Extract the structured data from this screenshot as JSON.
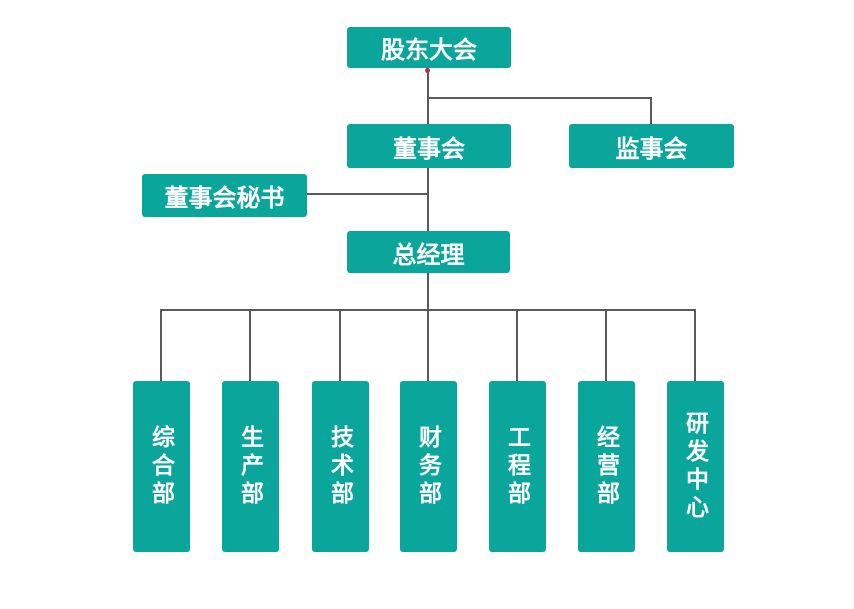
{
  "org_chart": {
    "type": "org-chart",
    "nodes": {
      "shareholders_meeting": {
        "label": "股东大会"
      },
      "board_of_directors": {
        "label": "董事会"
      },
      "supervisory_board": {
        "label": "监事会"
      },
      "board_secretary": {
        "label": "董事会秘书"
      },
      "general_manager": {
        "label": "总经理"
      },
      "departments": [
        {
          "label": "综合部"
        },
        {
          "label": "生产部"
        },
        {
          "label": "技术部"
        },
        {
          "label": "财务部"
        },
        {
          "label": "工程部"
        },
        {
          "label": "经营部"
        },
        {
          "label": "研发中心"
        }
      ]
    },
    "edges": [
      {
        "from": "股东大会",
        "to": "董事会"
      },
      {
        "from": "股东大会",
        "to": "监事会"
      },
      {
        "from": "董事会",
        "to": "董事会秘书"
      },
      {
        "from": "董事会",
        "to": "总经理"
      },
      {
        "from": "总经理",
        "to": "综合部"
      },
      {
        "from": "总经理",
        "to": "生产部"
      },
      {
        "from": "总经理",
        "to": "技术部"
      },
      {
        "from": "总经理",
        "to": "财务部"
      },
      {
        "from": "总经理",
        "to": "工程部"
      },
      {
        "from": "总经理",
        "to": "经营部"
      },
      {
        "from": "总经理",
        "to": "研发中心"
      }
    ]
  },
  "colors": {
    "node_fill": "#0AA59B",
    "node_text": "#FFFFFF",
    "connector": "#595959",
    "anchor_dot": "#B03A2E",
    "background": "#FFFFFF"
  }
}
